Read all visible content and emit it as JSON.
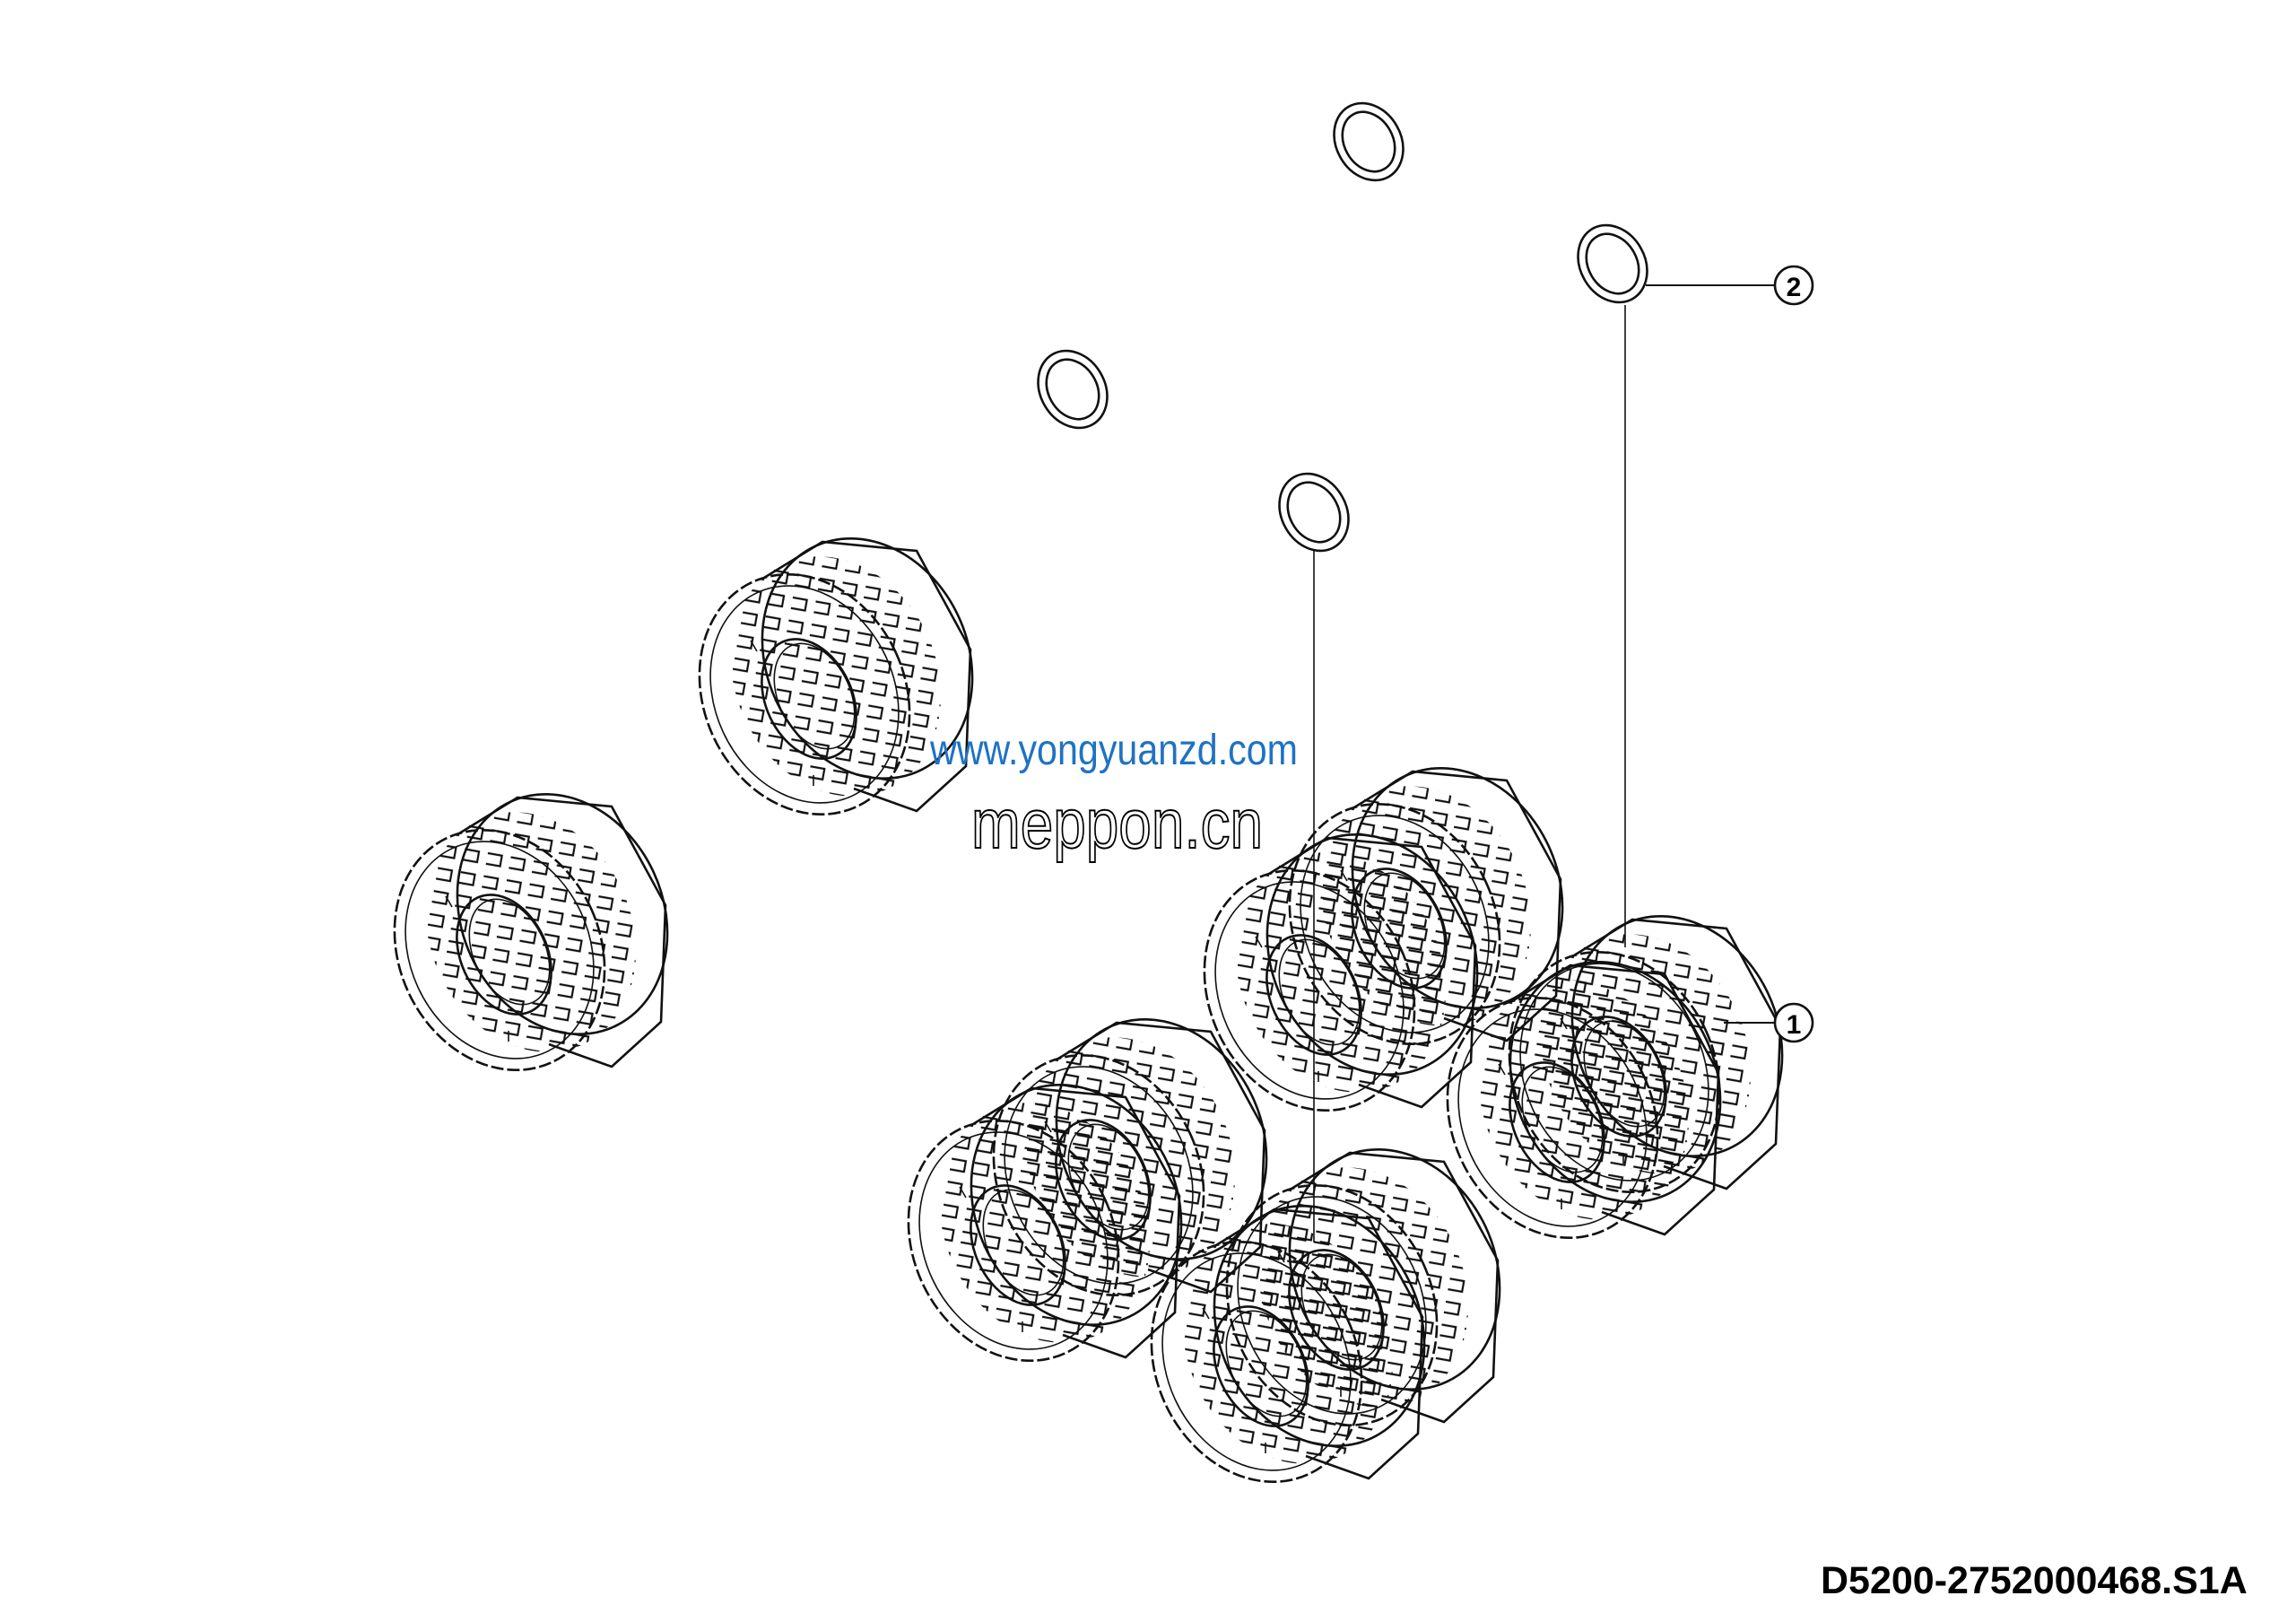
{
  "diagram": {
    "drawing_number": "D5200-2752000468.S1A",
    "callouts": [
      {
        "number": "1",
        "refers_to": "tire"
      },
      {
        "number": "2",
        "refers_to": "ring"
      }
    ],
    "watermarks": [
      "meppon.cn",
      "www.yongyuanzd.com"
    ],
    "colors": {
      "line": "#111111",
      "watermark_blue": "#1f72c4"
    }
  }
}
